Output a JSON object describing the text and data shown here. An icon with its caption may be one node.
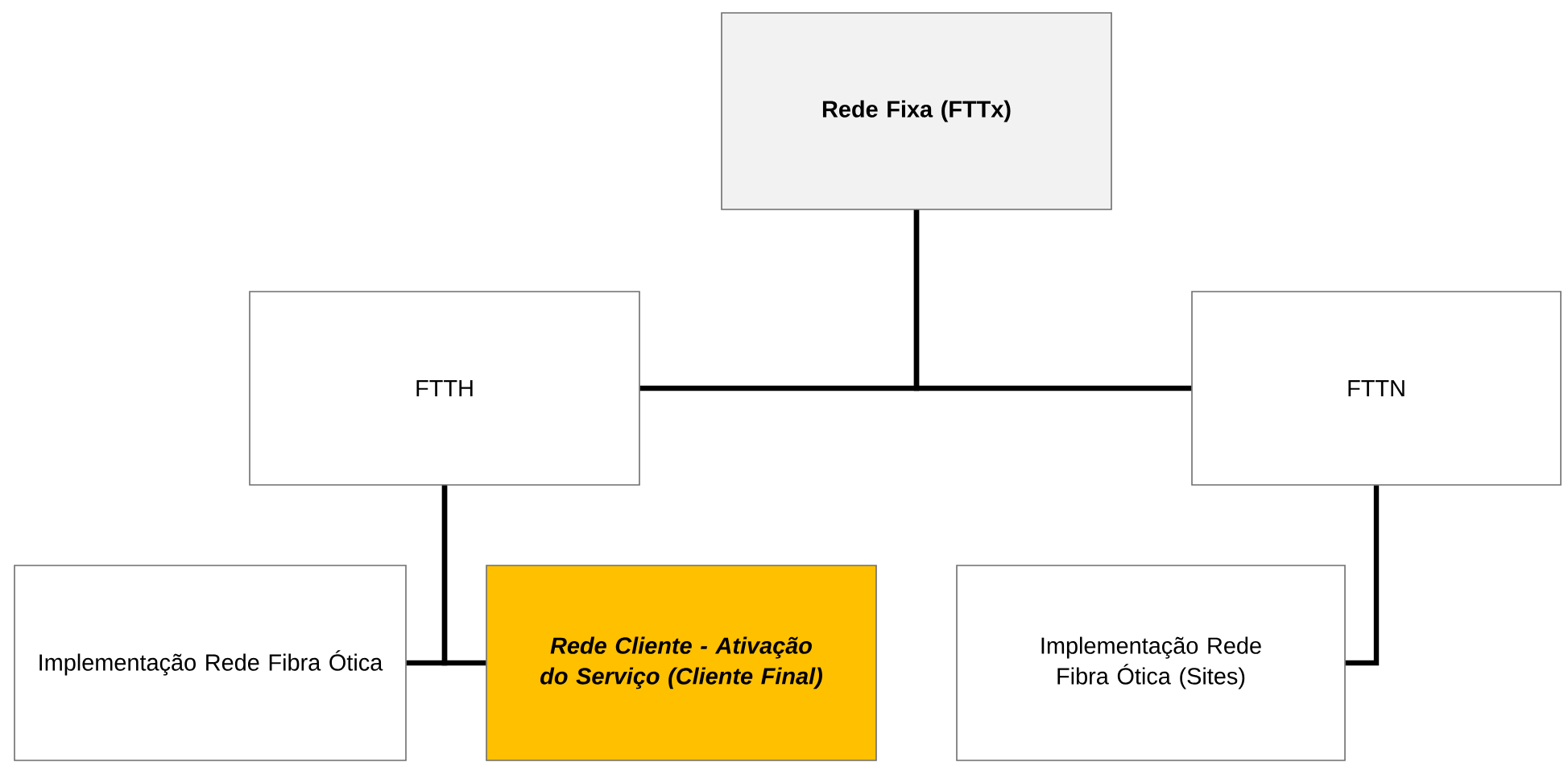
{
  "diagram": {
    "nodes": [
      {
        "text": [
          "Rede Fixa (FTTx)"
        ]
      },
      {
        "text": [
          "FTTH"
        ]
      },
      {
        "text": [
          "FTTN"
        ]
      },
      {
        "text": [
          "Implementação Rede Fibra Ótica"
        ]
      },
      {
        "text": [
          "Rede Cliente - Ativação do Serviço (Cliente Final)"
        ]
      },
      {
        "text": [
          "Implementação Rede Fibra Ótica (Sites)"
        ]
      }
    ],
    "edges": [
      {
        "from": 0,
        "to": 1,
        "arrow": "none"
      },
      {
        "from": 0,
        "to": 2,
        "arrow": "none"
      },
      {
        "from": 1,
        "to": 3,
        "arrow": "none"
      },
      {
        "from": 1,
        "to": 4,
        "arrow": "none"
      },
      {
        "from": 2,
        "to": 5,
        "arrow": "none"
      }
    ]
  }
}
